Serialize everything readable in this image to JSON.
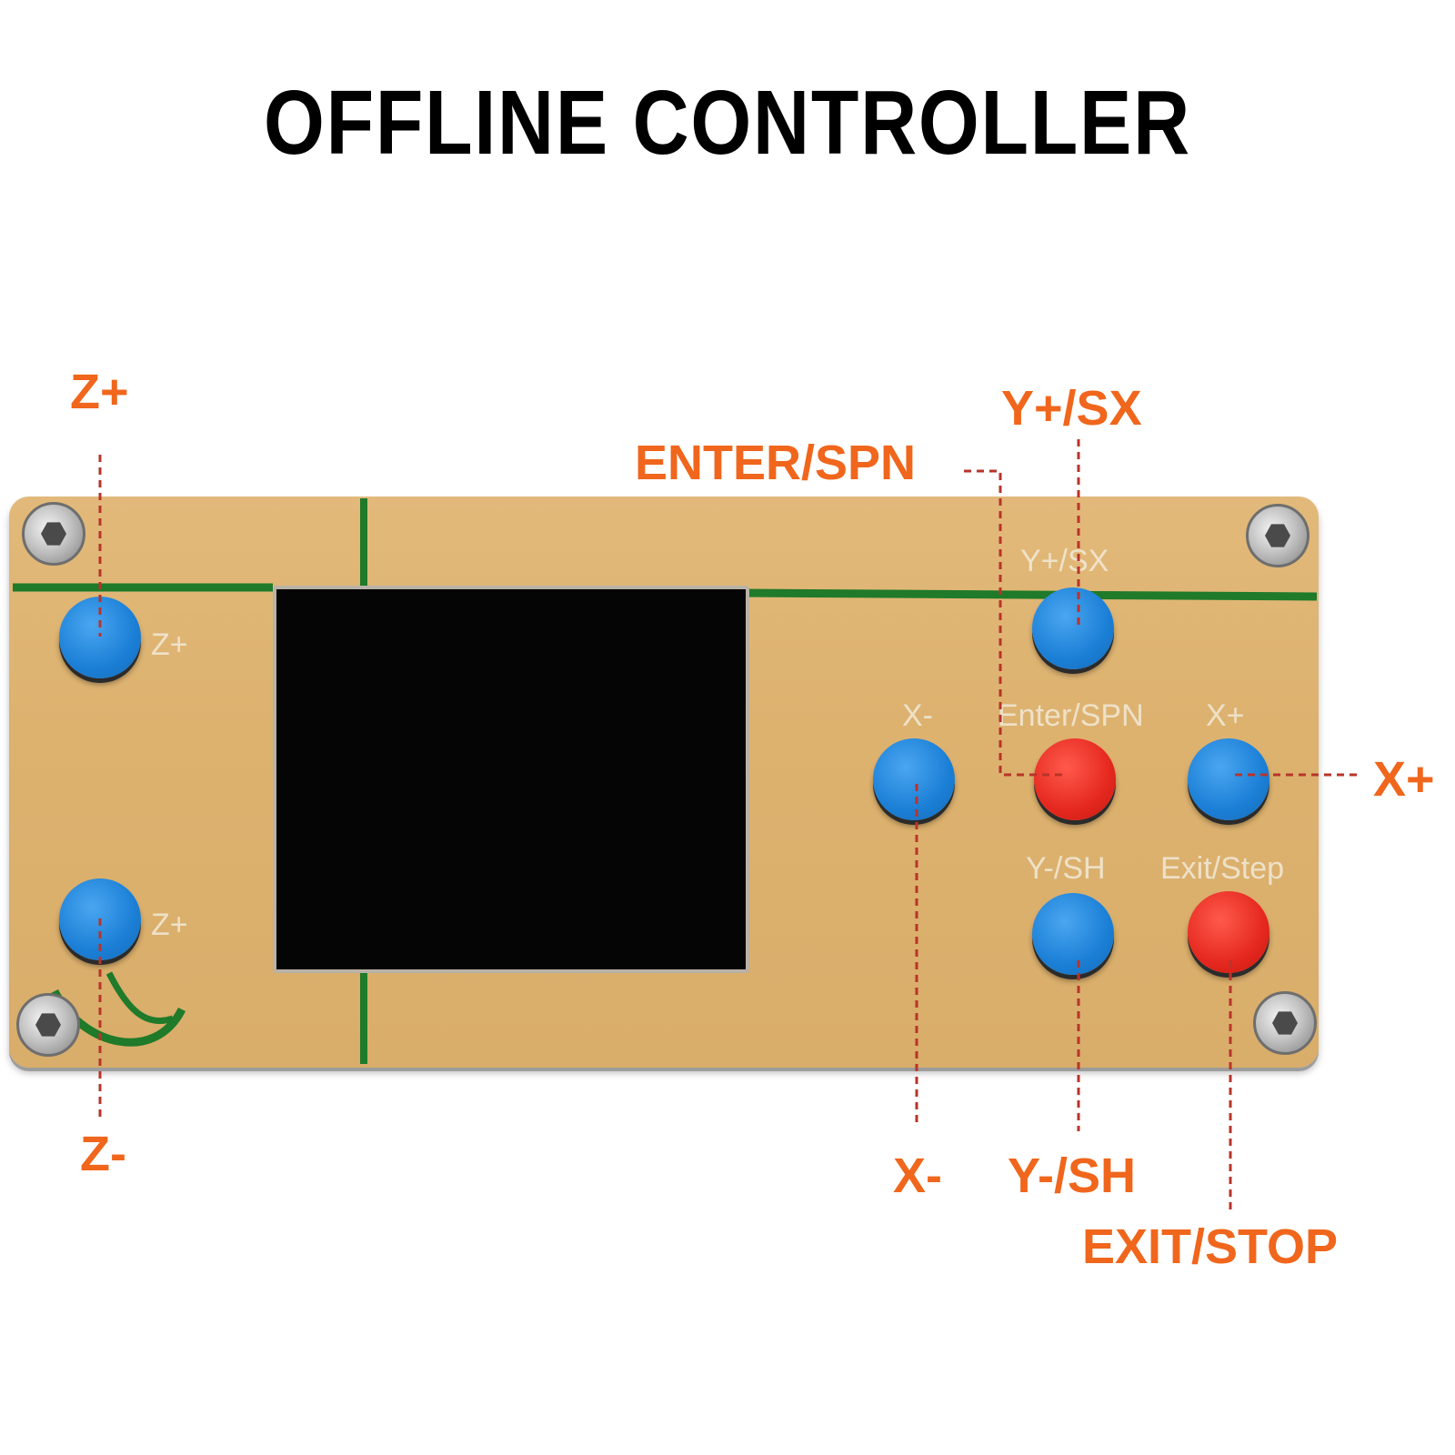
{
  "title": "OFFLINE CONTROLLER",
  "colors": {
    "callout": "#f0661c",
    "blue_button": "#1b7fd6",
    "red_button": "#e5281f",
    "panel": "#ddb26f",
    "tape_line": "#1f7a2a"
  },
  "callouts": {
    "z_plus": "Z+",
    "z_minus": "Z-",
    "y_plus": "Y+/SX",
    "enter": "ENTER/SPN",
    "x_plus": "X+",
    "x_minus": "X-",
    "y_minus": "Y-/SH",
    "exit": "EXIT/STOP"
  },
  "engraved": {
    "z_plus": "Z+",
    "z_minus": "Z+",
    "y_plus": "Y+/SX",
    "x_minus": "X-",
    "enter": "Enter/SPN",
    "x_plus": "X+",
    "y_minus": "Y-/SH",
    "exit": "Exit/Step"
  }
}
